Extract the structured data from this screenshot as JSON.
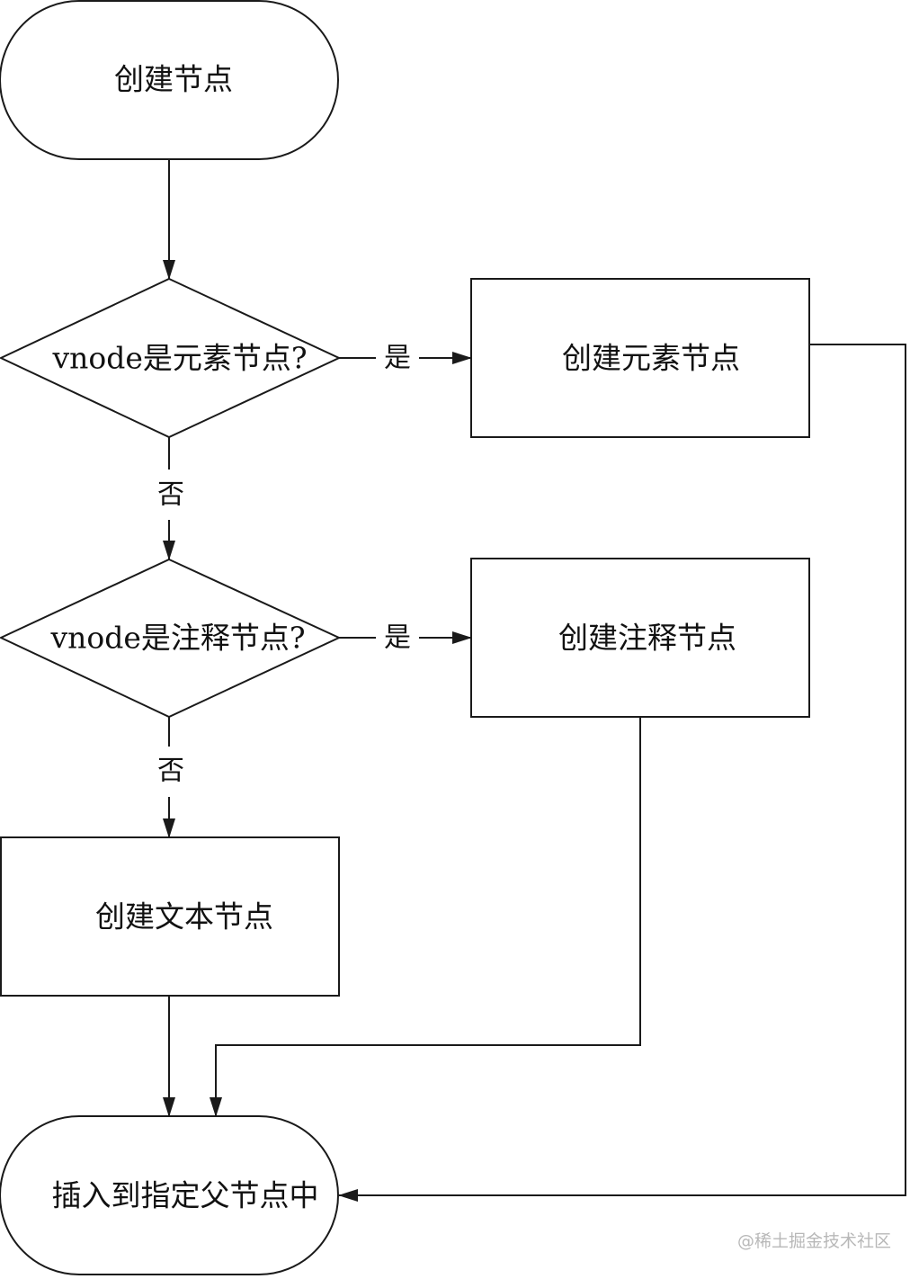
{
  "nodes": {
    "start": {
      "label": "创建节点"
    },
    "is_element": {
      "label": "vnode是元素节点?"
    },
    "create_element": {
      "label": "创建元素节点"
    },
    "is_comment": {
      "label": "vnode是注释节点?"
    },
    "create_comment": {
      "label": "创建注释节点"
    },
    "create_text": {
      "label": "创建文本节点"
    },
    "insert": {
      "label": "插入到指定父节点中"
    }
  },
  "edges": {
    "element_yes": "是",
    "element_no": "否",
    "comment_yes": "是",
    "comment_no": "否"
  },
  "watermark": "@稀土掘金技术社区",
  "colors": {
    "stroke": "#1a1a1a",
    "text": "#111111",
    "watermark": "#b8b8b8",
    "background": "#ffffff"
  }
}
